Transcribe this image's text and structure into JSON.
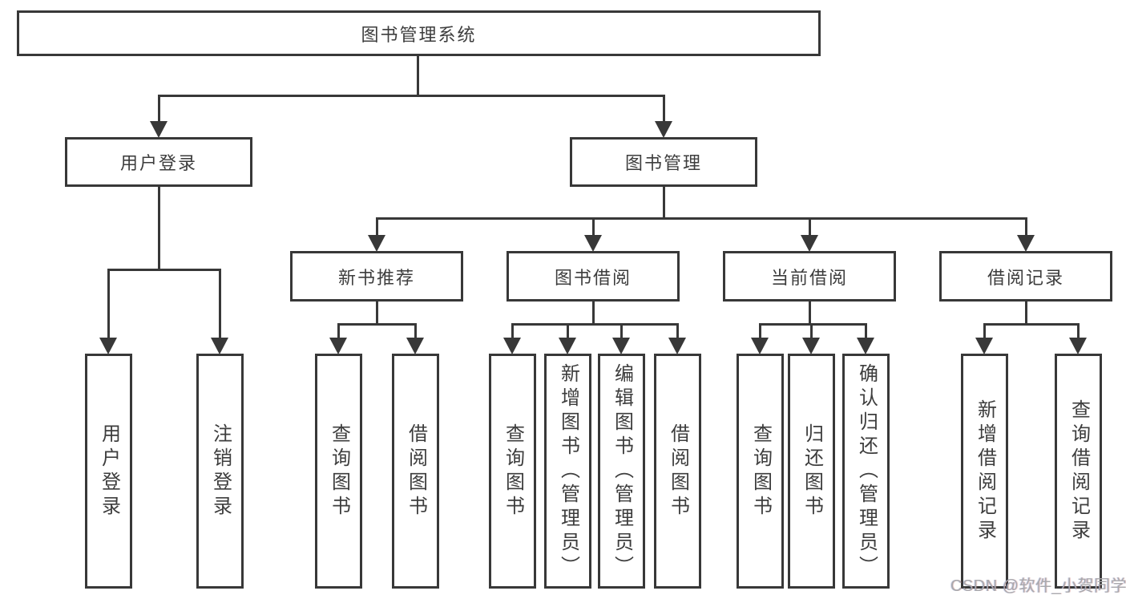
{
  "root": {
    "label": "图书管理系统"
  },
  "branches": [
    {
      "label": "用户登录",
      "children": [
        "用户登录",
        "注销登录"
      ]
    },
    {
      "label": "图书管理",
      "sections": [
        {
          "label": "新书推荐",
          "children": [
            "查询图书",
            "借阅图书"
          ]
        },
        {
          "label": "图书借阅",
          "children": [
            "查询图书",
            "新增图书（管理员）",
            "编辑图书（管理员）",
            "借阅图书"
          ]
        },
        {
          "label": "当前借阅",
          "children": [
            "查询图书",
            "归还图书",
            "确认归还（管理员）"
          ]
        },
        {
          "label": "借阅记录",
          "children": [
            "新增借阅记录",
            "查询借阅记录"
          ]
        }
      ]
    }
  ],
  "watermark": "CSDN @软件_小贺同学",
  "colors": {
    "line": "#383838",
    "text": "#3d3d3d",
    "watermark": "#a9a9ad"
  }
}
